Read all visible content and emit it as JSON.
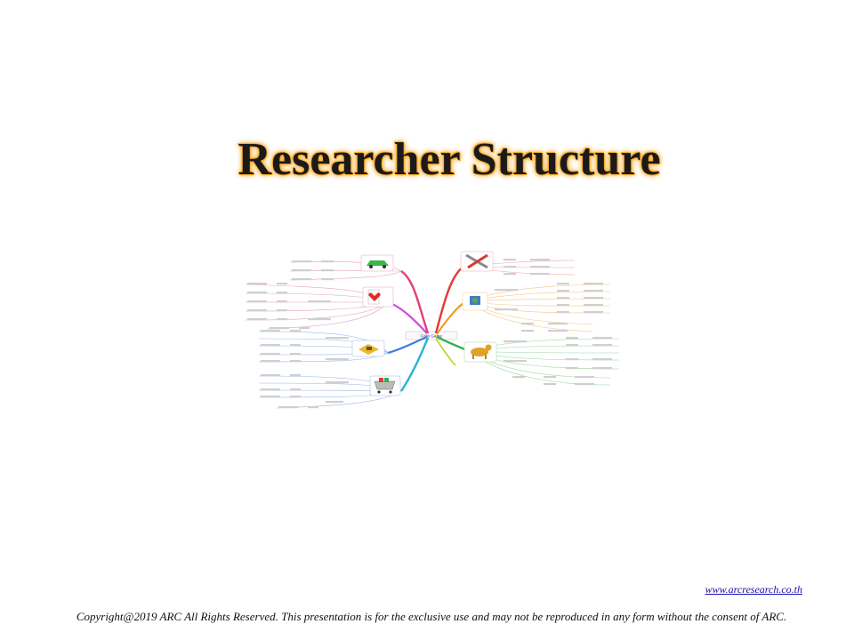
{
  "slide": {
    "title": "Researcher Structure",
    "website": "www.arcresearch.co.th",
    "copyright": "Copyright@2019  ARC All Rights Reserved. This presentation is for the exclusive use and may not be reproduced in any form without the consent of ARC."
  },
  "mindmap": {
    "center_label": "Folio Game",
    "branch_icons": [
      "car-icon",
      "card-icon",
      "game-icon",
      "cart-icon",
      "tools-icon",
      "globe-icon",
      "dog-icon"
    ]
  }
}
